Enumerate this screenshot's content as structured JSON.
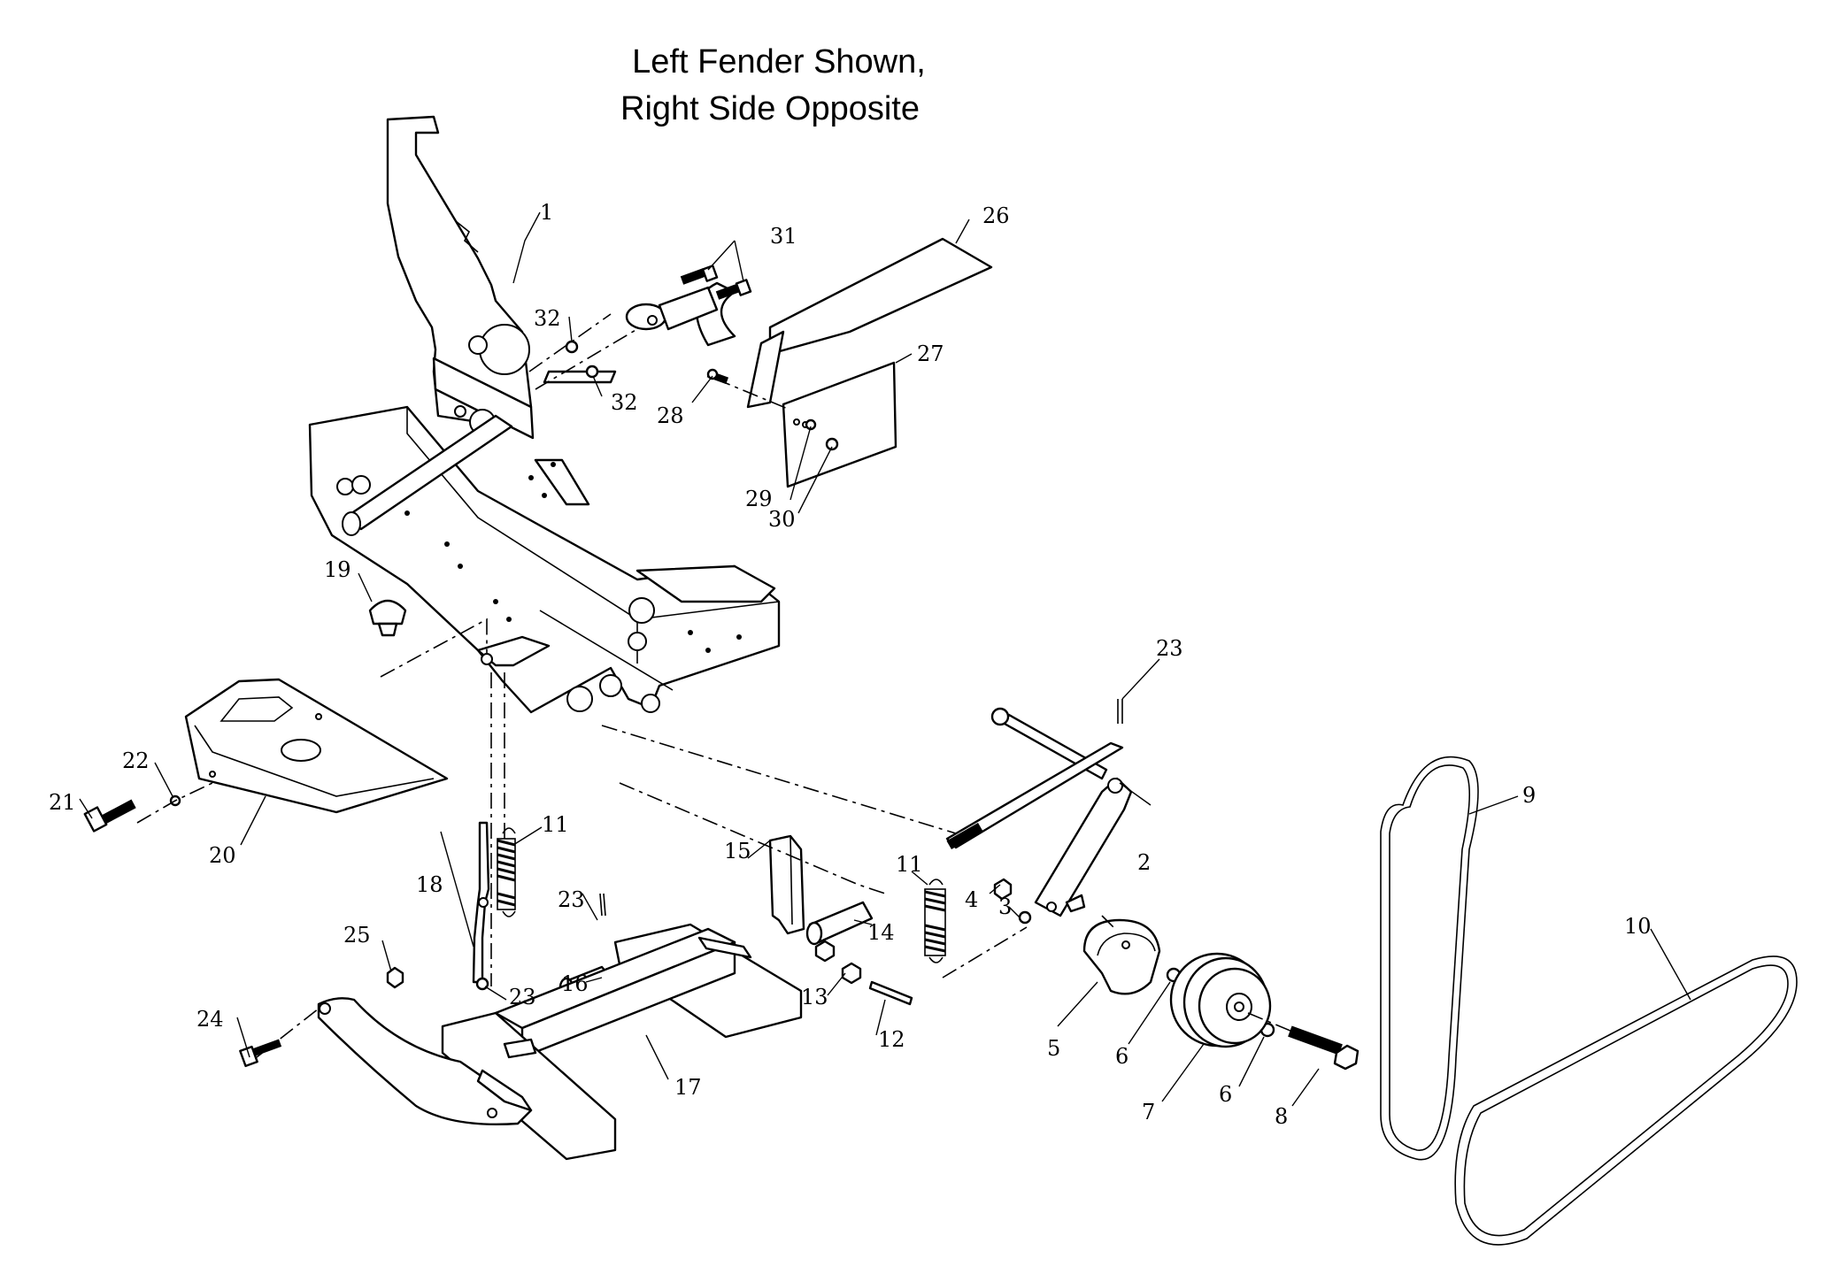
{
  "title": {
    "line1": "Left Fender Shown,",
    "line2": "Right Side Opposite"
  },
  "callouts": {
    "c1": "1",
    "c2": "2",
    "c3": "3",
    "c4": "4",
    "c5": "5",
    "c6a": "6",
    "c6b": "6",
    "c7": "7",
    "c8": "8",
    "c9": "9",
    "c10": "10",
    "c11a": "11",
    "c11b": "11",
    "c12": "12",
    "c13": "13",
    "c14": "14",
    "c15": "15",
    "c16": "16",
    "c17": "17",
    "c18": "18",
    "c19": "19",
    "c20": "20",
    "c21": "21",
    "c22": "22",
    "c23a": "23",
    "c23b": "23",
    "c23c": "23",
    "c24": "24",
    "c25": "25",
    "c26": "26",
    "c27": "27",
    "c28": "28",
    "c29": "29",
    "c30": "30",
    "c31": "31",
    "c32a": "32",
    "c32b": "32"
  }
}
